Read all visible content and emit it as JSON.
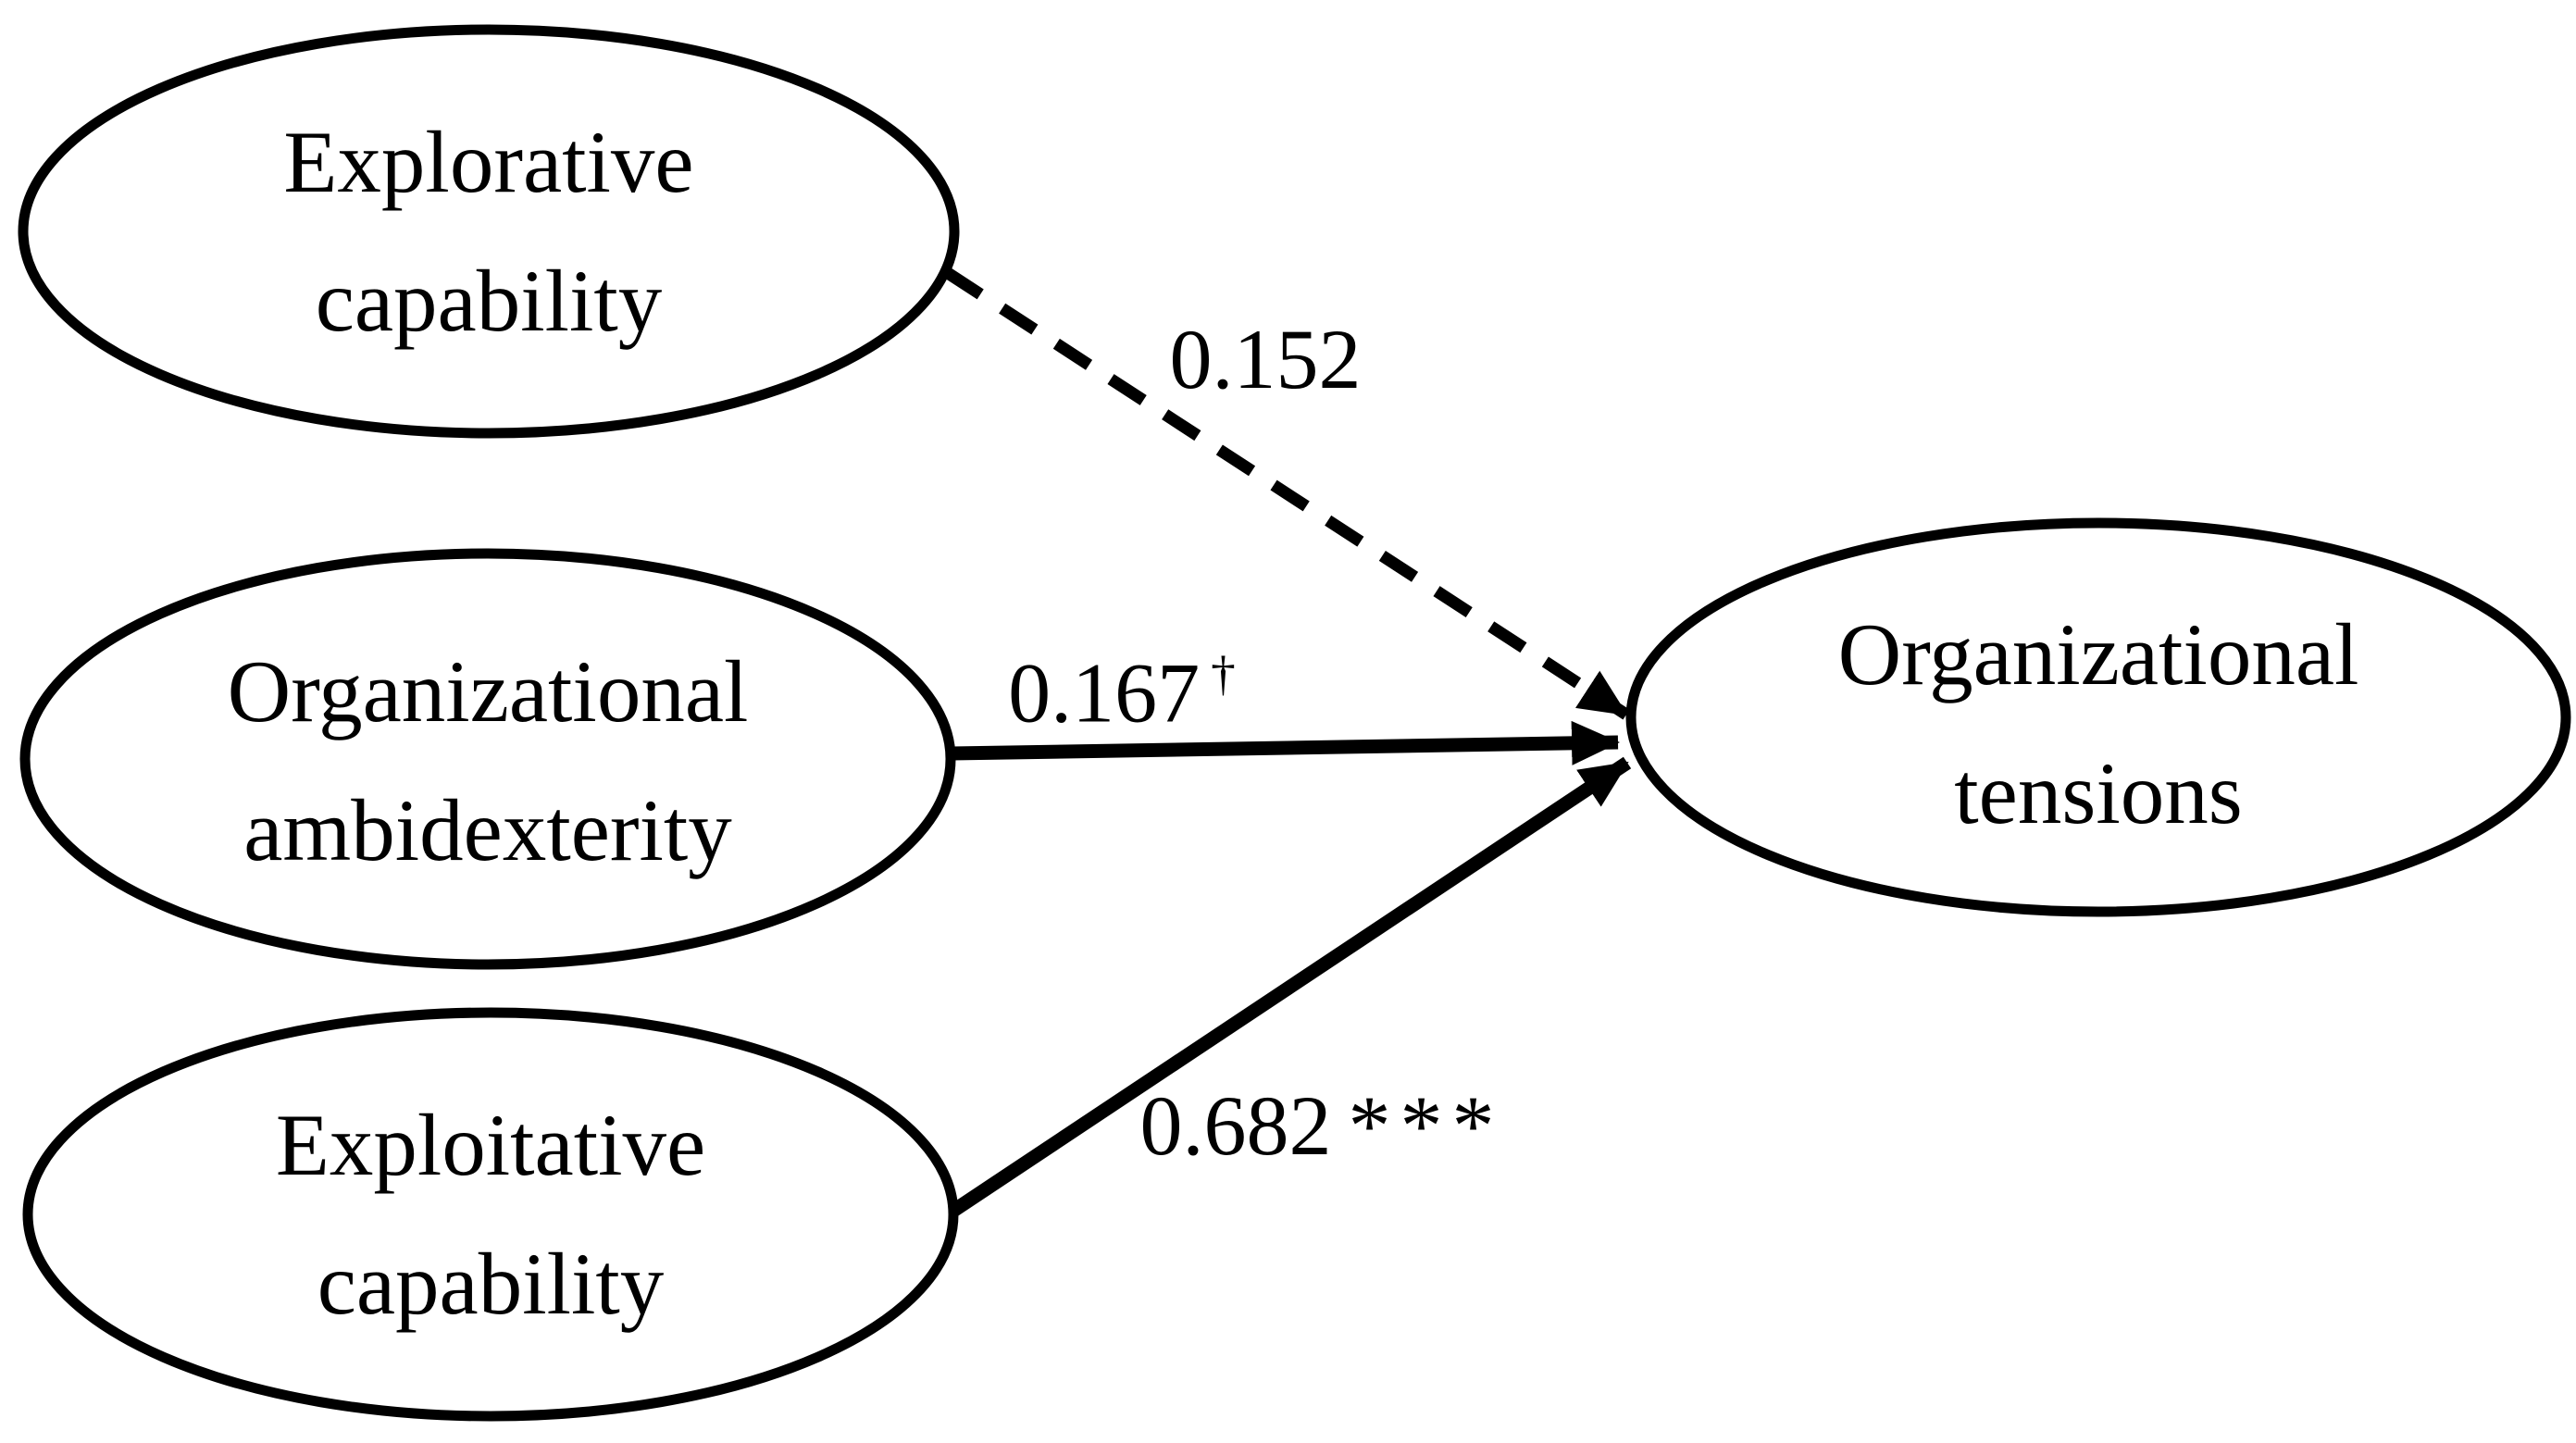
{
  "figure": {
    "type": "path-diagram",
    "background_color": "#ffffff",
    "stroke_color": "#000000",
    "text_color": "#000000",
    "nodes": [
      {
        "id": "explorative-capability",
        "line1": "Explorative",
        "line2": "capability"
      },
      {
        "id": "organizational-ambidexterity",
        "line1": "Organizational",
        "line2": "ambidexterity"
      },
      {
        "id": "exploitative-capability",
        "line1": "Exploitative",
        "line2": "capability"
      },
      {
        "id": "organizational-tensions",
        "line1": "Organizational",
        "line2": "tensions"
      }
    ],
    "edges": [
      {
        "from": "Explorative capability",
        "to": "Organizational tensions",
        "style": "dashed",
        "coefficient": "0.152",
        "significance": ""
      },
      {
        "from": "Organizational ambidexterity",
        "to": "Organizational tensions",
        "style": "solid",
        "coefficient": "0.167",
        "significance": "†"
      },
      {
        "from": "Exploitative capability",
        "to": "Organizational tensions",
        "style": "solid",
        "coefficient": "0.682",
        "significance": "***"
      }
    ]
  }
}
